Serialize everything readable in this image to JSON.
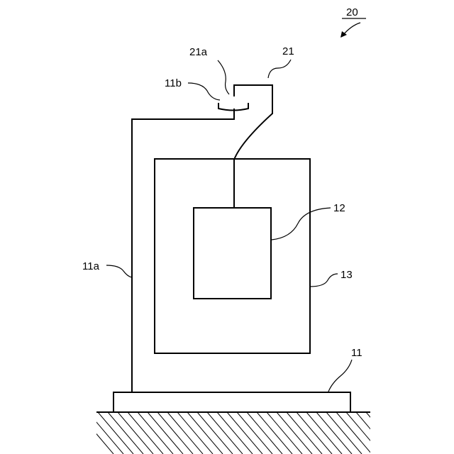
{
  "figure": {
    "reference_labels": {
      "assembly": "20",
      "tip_part": "21a",
      "head_part": "21",
      "support_tip": "11b",
      "inner_box": "12",
      "outer_frame": "13",
      "support_column": "11a",
      "base": "11"
    }
  }
}
